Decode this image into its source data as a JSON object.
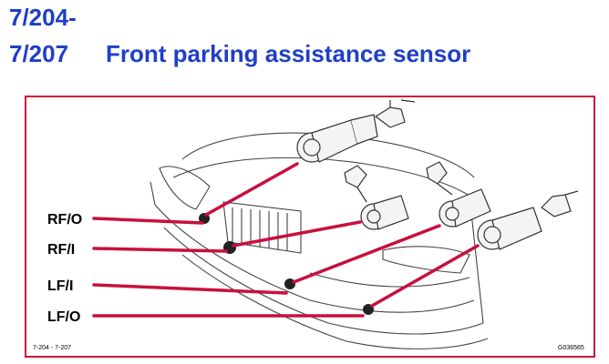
{
  "header": {
    "code_line1": "7/204-",
    "code_line2": "7/207",
    "title": "Front parking assistance sensor"
  },
  "diagram": {
    "labels": {
      "rf_o": "RF/O",
      "rf_i": "RF/I",
      "lf_i": "LF/I",
      "lf_o": "LF/O"
    },
    "footer_left": "7-204 - 7-207",
    "footer_right": "G036565"
  },
  "colors": {
    "title": "#1f3fc8",
    "frame": "#d0103a",
    "leader_lines": "#c8103c"
  }
}
